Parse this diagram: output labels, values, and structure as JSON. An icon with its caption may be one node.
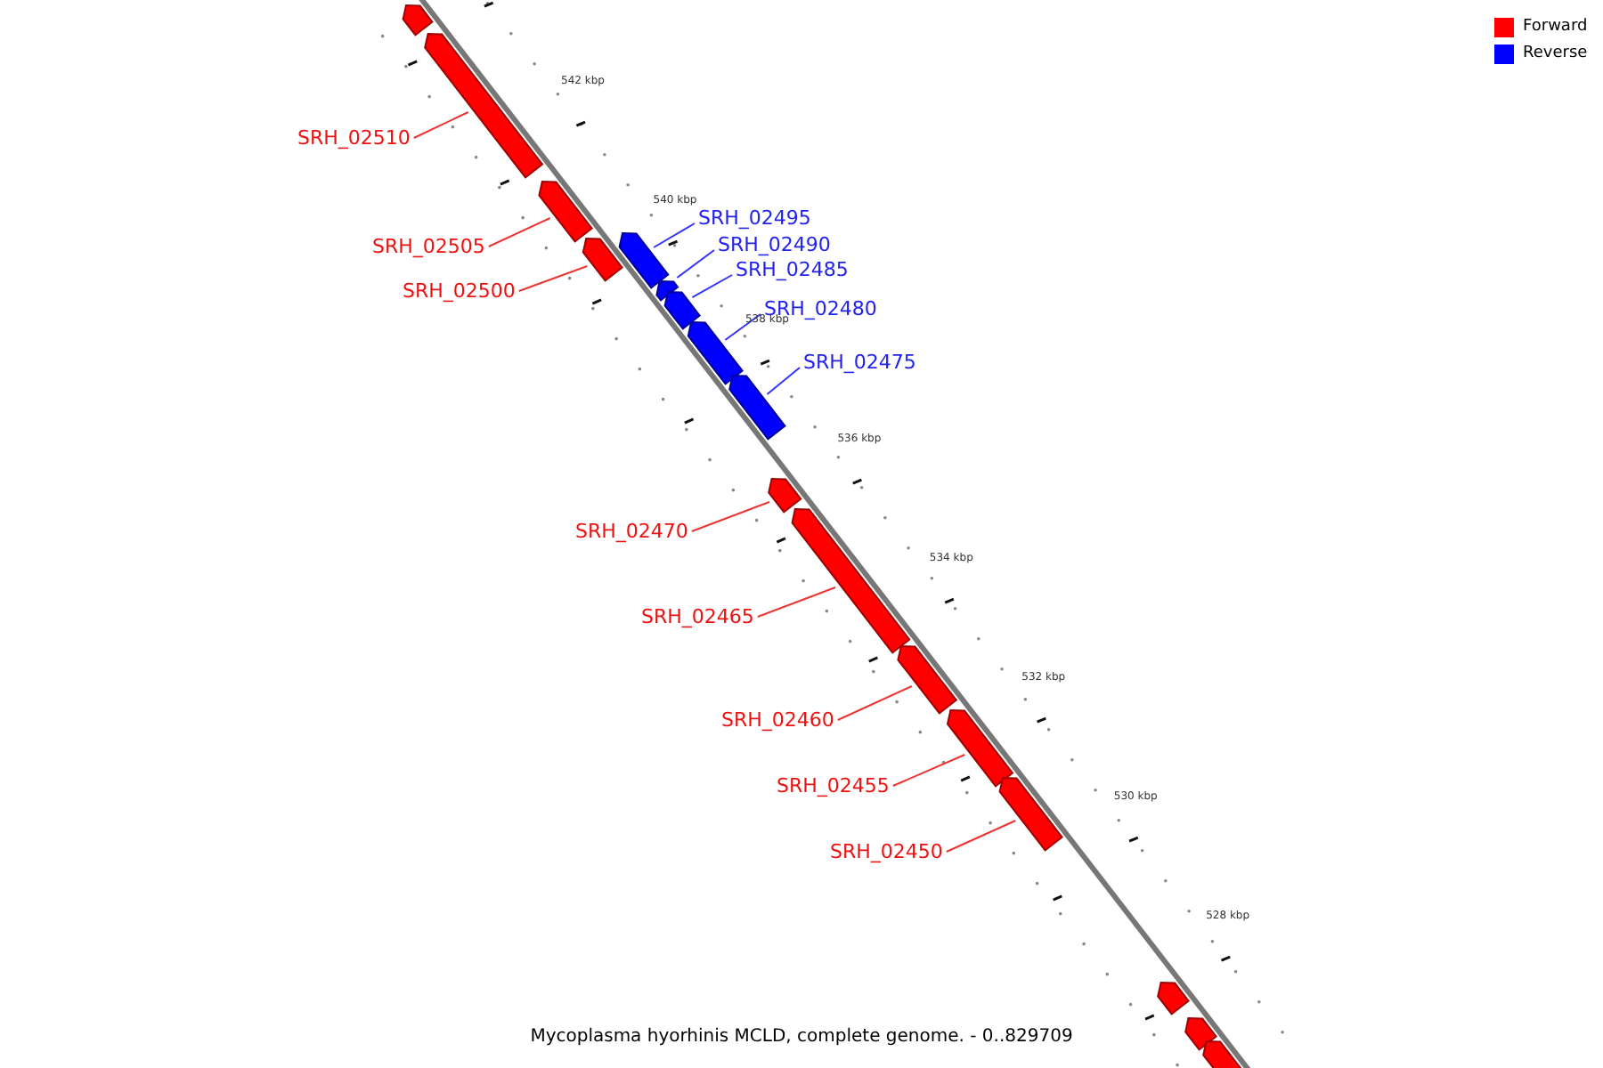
{
  "diagram": {
    "caption": "Mycoplasma hyorhinis MCLD, complete genome. - 0..829709",
    "nodes": [
      {
        "text": [],
        "shape": "bar"
      },
      {
        "text": [
          "SRH_02510"
        ]
      },
      {
        "text": [],
        "shape": "bar"
      },
      {
        "text": [
          "SRH_02505"
        ]
      },
      {
        "text": [],
        "shape": "bar"
      },
      {
        "text": [
          "SRH_02500"
        ]
      },
      {
        "text": [],
        "shape": "bar"
      },
      {
        "text": [
          "SRH_02495"
        ]
      },
      {
        "text": [],
        "shape": "bar"
      },
      {
        "text": [
          "SRH_02490"
        ]
      },
      {
        "text": [],
        "shape": "bar"
      },
      {
        "text": [
          "SRH_02485"
        ]
      },
      {
        "text": [],
        "shape": "bar"
      },
      {
        "text": [
          "SRH_02480"
        ]
      },
      {
        "text": [],
        "shape": "bar"
      },
      {
        "text": [
          "SRH_02475"
        ]
      },
      {
        "text": [],
        "shape": "bar"
      },
      {
        "text": [
          "SRH_02470"
        ]
      },
      {
        "text": [],
        "shape": "bar"
      },
      {
        "text": [
          "SRH_02465"
        ]
      },
      {
        "text": [],
        "shape": "bar"
      },
      {
        "text": [
          "SRH_02460"
        ]
      },
      {
        "text": [],
        "shape": "bar"
      },
      {
        "text": [
          "SRH_02455"
        ]
      },
      {
        "text": [],
        "shape": "bar"
      },
      {
        "text": [
          "SRH_02450"
        ]
      },
      {
        "text": [],
        "shape": "bar"
      },
      {
        "text": [],
        "shape": "bar"
      },
      {
        "text": [],
        "shape": "bar"
      },
      {
        "text": [],
        "shape": "bar"
      }
    ],
    "edges": [
      {
        "from": 1,
        "to": 2,
        "arrow": "none"
      },
      {
        "from": 3,
        "to": 4,
        "arrow": "none"
      },
      {
        "from": 5,
        "to": 6,
        "arrow": "none"
      },
      {
        "from": 7,
        "to": 8,
        "arrow": "none",
        "color": "#3333ff"
      },
      {
        "from": 9,
        "to": 10,
        "arrow": "none",
        "color": "#3333ff"
      },
      {
        "from": 11,
        "to": 12,
        "arrow": "none",
        "color": "#3333ff"
      },
      {
        "from": 13,
        "to": 14,
        "arrow": "none",
        "color": "#3333ff"
      },
      {
        "from": 15,
        "to": 16,
        "arrow": "none",
        "color": "#3333ff"
      },
      {
        "from": 17,
        "to": 18,
        "arrow": "none"
      },
      {
        "from": 19,
        "to": 20,
        "arrow": "none"
      },
      {
        "from": 21,
        "to": 22,
        "arrow": "none"
      },
      {
        "from": 23,
        "to": 24,
        "arrow": "none"
      },
      {
        "from": 25,
        "to": 26,
        "arrow": "none"
      }
    ],
    "labels": [
      "542 kbp",
      "540 kbp",
      "538 kbp",
      "536 kbp",
      "534 kbp",
      "532 kbp",
      "530 kbp",
      "528 kbp"
    ],
    "legend": [
      {
        "text": "Forward",
        "color": "#ff0000"
      },
      {
        "text": "Reverse",
        "color": "#0000ff"
      }
    ]
  }
}
